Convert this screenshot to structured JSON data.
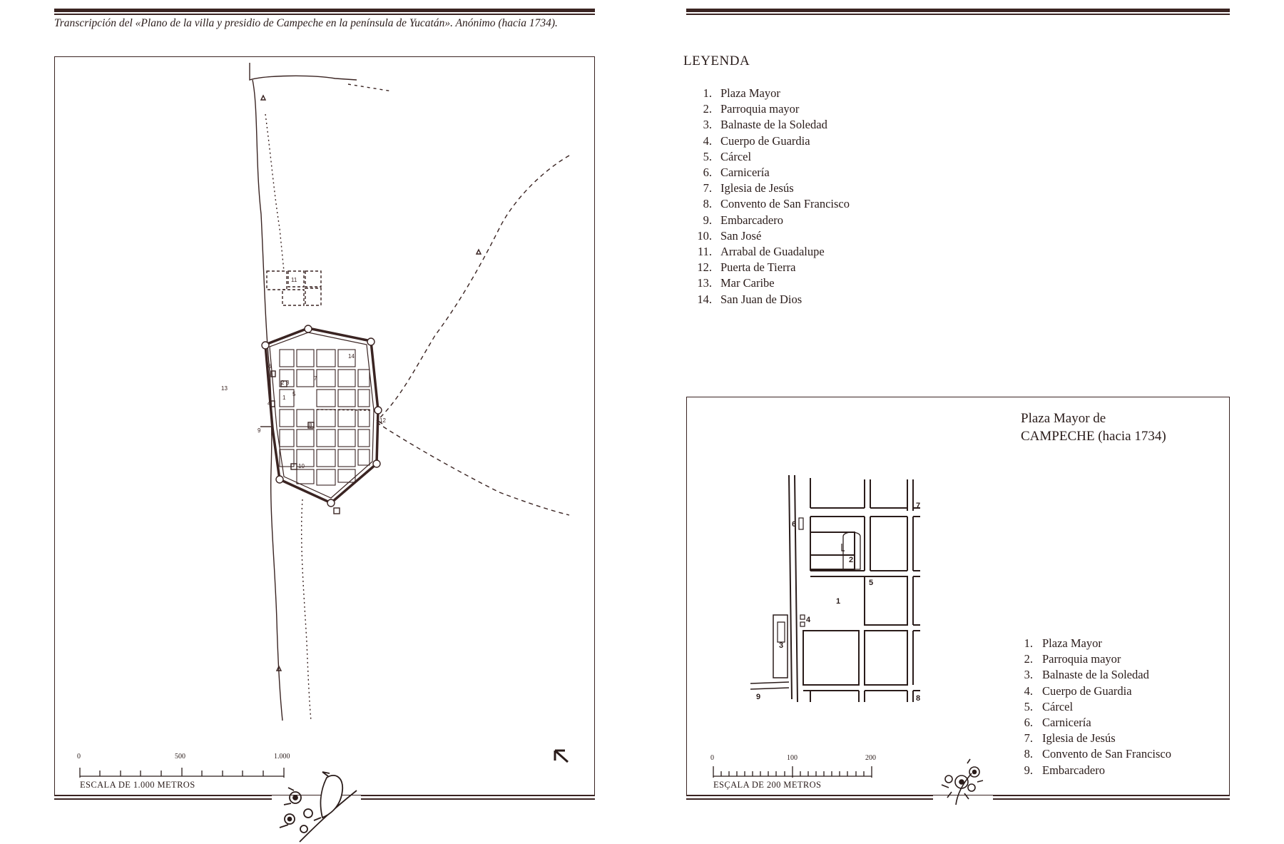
{
  "caption": "Transcripción del «Plano de la villa y presidio de Campeche en la península de Yucatán». Anónimo (hacia 1734).",
  "legend": {
    "title": "LEYENDA",
    "items": [
      {
        "num": "1.",
        "label": "Plaza Mayor"
      },
      {
        "num": "2.",
        "label": "Parroquia mayor"
      },
      {
        "num": "3.",
        "label": "Balnaste de la Soledad"
      },
      {
        "num": "4.",
        "label": "Cuerpo de Guardia"
      },
      {
        "num": "5.",
        "label": "Cárcel"
      },
      {
        "num": "6.",
        "label": "Carnicería"
      },
      {
        "num": "7.",
        "label": "Iglesia de Jesús"
      },
      {
        "num": "8.",
        "label": "Convento de San Francisco"
      },
      {
        "num": "9.",
        "label": "Embarcadero"
      },
      {
        "num": "10.",
        "label": "San José"
      },
      {
        "num": "11.",
        "label": "Arrabal de Guadalupe"
      },
      {
        "num": "12.",
        "label": "Puerta de Tierra"
      },
      {
        "num": "13.",
        "label": "Mar Caribe"
      },
      {
        "num": "14.",
        "label": "San Juan de Dios"
      }
    ]
  },
  "main_map": {
    "labels": {
      "l1": "1",
      "l2": "2",
      "l3": "3",
      "l4": "4",
      "l5": "5",
      "l6": "6",
      "l7": "7",
      "l8": "8",
      "l9": "9",
      "l10": "10",
      "l11": "11",
      "l12": "12",
      "l13": "13",
      "l14": "14"
    },
    "scale": {
      "t0": "0",
      "t1": "500",
      "t2": "1.000",
      "label": "ESCALA DE 1.000 METROS"
    }
  },
  "inset": {
    "title_line1": "Plaza Mayor de",
    "title_line2": "CAMPECHE (hacia 1734)",
    "labels": {
      "l1": "1",
      "l2": "2",
      "l3": "3",
      "l4": "4",
      "l5": "5",
      "l6": "6",
      "l7": "7",
      "l8": "8",
      "l9": "9"
    },
    "items": [
      {
        "num": "1.",
        "label": "Plaza Mayor"
      },
      {
        "num": "2.",
        "label": "Parroquia mayor"
      },
      {
        "num": "3.",
        "label": "Balnaste de la Soledad"
      },
      {
        "num": "4.",
        "label": "Cuerpo de Guardia"
      },
      {
        "num": "5.",
        "label": "Cárcel"
      },
      {
        "num": "6.",
        "label": "Carnicería"
      },
      {
        "num": "7.",
        "label": "Iglesia de Jesús"
      },
      {
        "num": "8.",
        "label": "Convento de San Francisco"
      },
      {
        "num": "9.",
        "label": "Embarcadero"
      }
    ],
    "scale": {
      "t0": "0",
      "t1": "100",
      "t2": "200",
      "label": "ESÇALA DE 200 METROS"
    }
  },
  "colors": {
    "ink": "#3a2422",
    "paper": "#ffffff"
  },
  "icons": [
    "north-arrow-icon",
    "bird-flower-ornament-icon",
    "flower-ornament-icon"
  ]
}
